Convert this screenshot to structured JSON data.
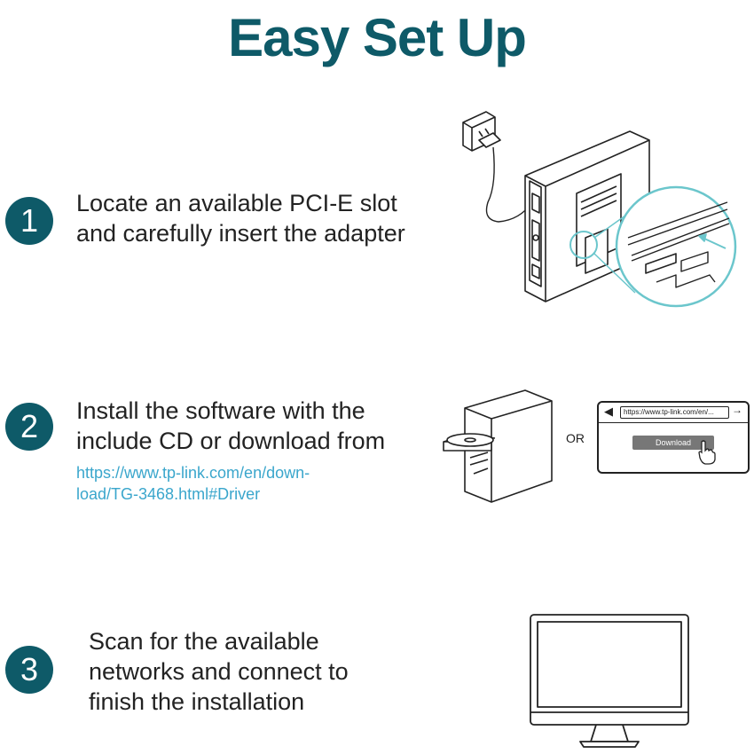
{
  "title": "Easy Set Up",
  "steps": [
    {
      "number": "1",
      "lines": [
        "Locate an available PCI-E slot",
        "and carefully insert the adapter"
      ]
    },
    {
      "number": "2",
      "lines": [
        "Install the software with the",
        "include CD or download from"
      ],
      "link_lines": [
        "https://www.tp-link.com/en/down-",
        "load/TG-3468.html#Driver"
      ]
    },
    {
      "number": "3",
      "lines": [
        "Scan for the available",
        "networks and connect to",
        "finish the installation"
      ]
    }
  ],
  "illustration_step2": {
    "or_label": "OR",
    "browser_url": "https://www.tp-link.com/en/...",
    "download_button": "Download"
  },
  "colors": {
    "brand": "#0e5a68",
    "link": "#3aa6cc",
    "line_art": "#222222",
    "zoom_circle": "#6bc6cc"
  }
}
